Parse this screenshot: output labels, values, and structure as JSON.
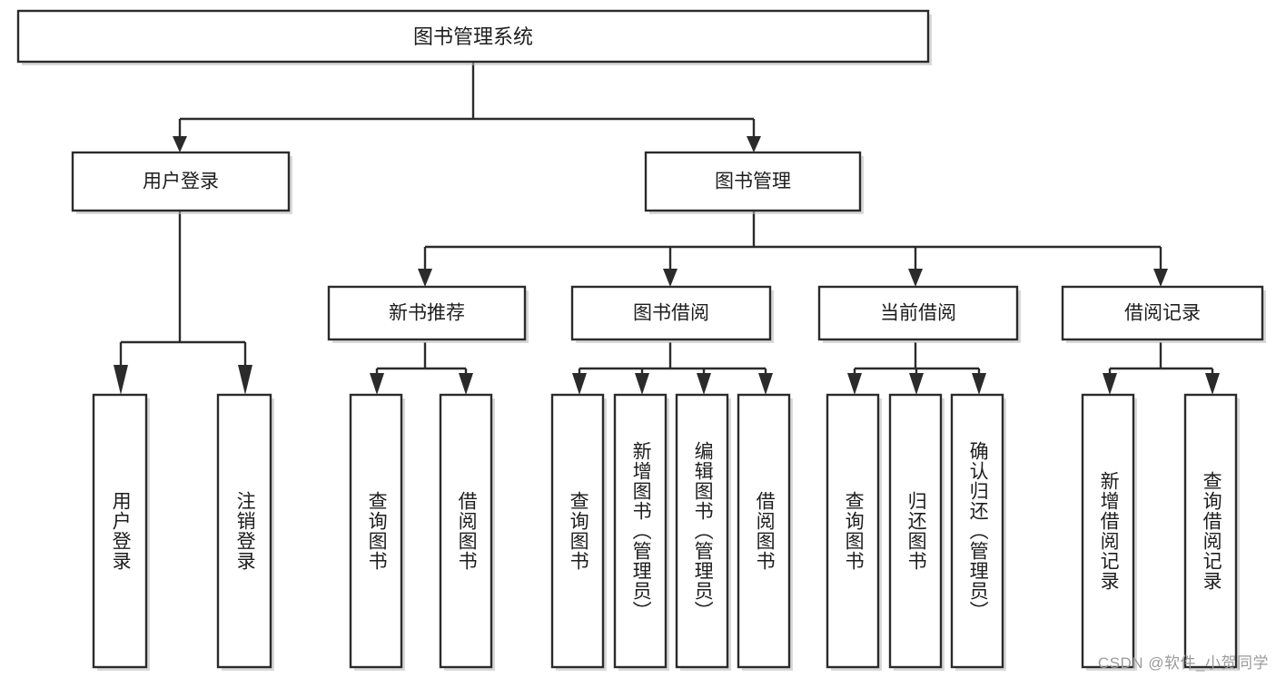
{
  "diagram": {
    "type": "tree",
    "title": "图书管理系统",
    "orientation": "top-down",
    "watermark": "CSDN @软件_小贺同学",
    "colors": {
      "stroke": "#2b2b2b",
      "fill": "#ffffff",
      "text": "#1d1d1d",
      "shadow": "#b9b9b9",
      "watermark": "#9b9b9b"
    },
    "levels": {
      "root": [
        "图书管理系统"
      ],
      "level2": [
        "用户登录",
        "图书管理"
      ],
      "level3": [
        "新书推荐",
        "图书借阅",
        "当前借阅",
        "借阅记录"
      ],
      "leaves": [
        "用户登录",
        "注销登录",
        "查询图书",
        "借阅图书",
        "查询图书",
        "新增图书（管理员）",
        "编辑图书（管理员）",
        "借阅图书",
        "查询图书",
        "归还图书",
        "确认归还（管理员）",
        "新增借阅记录",
        "查询借阅记录"
      ]
    },
    "nodes": {
      "root": {
        "label": "图书管理系统"
      },
      "user_login": {
        "label": "用户登录"
      },
      "book_manage": {
        "label": "图书管理"
      },
      "new_book_rec": {
        "label": "新书推荐"
      },
      "book_borrow": {
        "label": "图书借阅"
      },
      "current_borrow": {
        "label": "当前借阅"
      },
      "borrow_record": {
        "label": "借阅记录"
      },
      "leaf_user_login": {
        "label": "用户登录"
      },
      "leaf_logout": {
        "label": "注销登录"
      },
      "leaf_query_book_1": {
        "label": "查询图书"
      },
      "leaf_borrow_book_1": {
        "label": "借阅图书"
      },
      "leaf_query_book_2": {
        "label": "查询图书"
      },
      "leaf_add_book": {
        "label": "新增图书（管理员）"
      },
      "leaf_edit_book": {
        "label": "编辑图书（管理员）"
      },
      "leaf_borrow_book_2": {
        "label": "借阅图书"
      },
      "leaf_query_book_3": {
        "label": "查询图书"
      },
      "leaf_return_book": {
        "label": "归还图书"
      },
      "leaf_confirm_return": {
        "label": "确认归还（管理员）"
      },
      "leaf_add_record": {
        "label": "新增借阅记录"
      },
      "leaf_query_record": {
        "label": "查询借阅记录"
      }
    },
    "edges": [
      {
        "from": "root",
        "to": "user_login"
      },
      {
        "from": "root",
        "to": "book_manage"
      },
      {
        "from": "user_login",
        "to": "leaf_user_login"
      },
      {
        "from": "user_login",
        "to": "leaf_logout"
      },
      {
        "from": "book_manage",
        "to": "new_book_rec"
      },
      {
        "from": "book_manage",
        "to": "book_borrow"
      },
      {
        "from": "book_manage",
        "to": "current_borrow"
      },
      {
        "from": "book_manage",
        "to": "borrow_record"
      },
      {
        "from": "new_book_rec",
        "to": "leaf_query_book_1"
      },
      {
        "from": "new_book_rec",
        "to": "leaf_borrow_book_1"
      },
      {
        "from": "book_borrow",
        "to": "leaf_query_book_2"
      },
      {
        "from": "book_borrow",
        "to": "leaf_add_book"
      },
      {
        "from": "book_borrow",
        "to": "leaf_edit_book"
      },
      {
        "from": "book_borrow",
        "to": "leaf_borrow_book_2"
      },
      {
        "from": "current_borrow",
        "to": "leaf_query_book_3"
      },
      {
        "from": "current_borrow",
        "to": "leaf_return_book"
      },
      {
        "from": "current_borrow",
        "to": "leaf_confirm_return"
      },
      {
        "from": "borrow_record",
        "to": "leaf_add_record"
      },
      {
        "from": "borrow_record",
        "to": "leaf_query_record"
      }
    ]
  }
}
